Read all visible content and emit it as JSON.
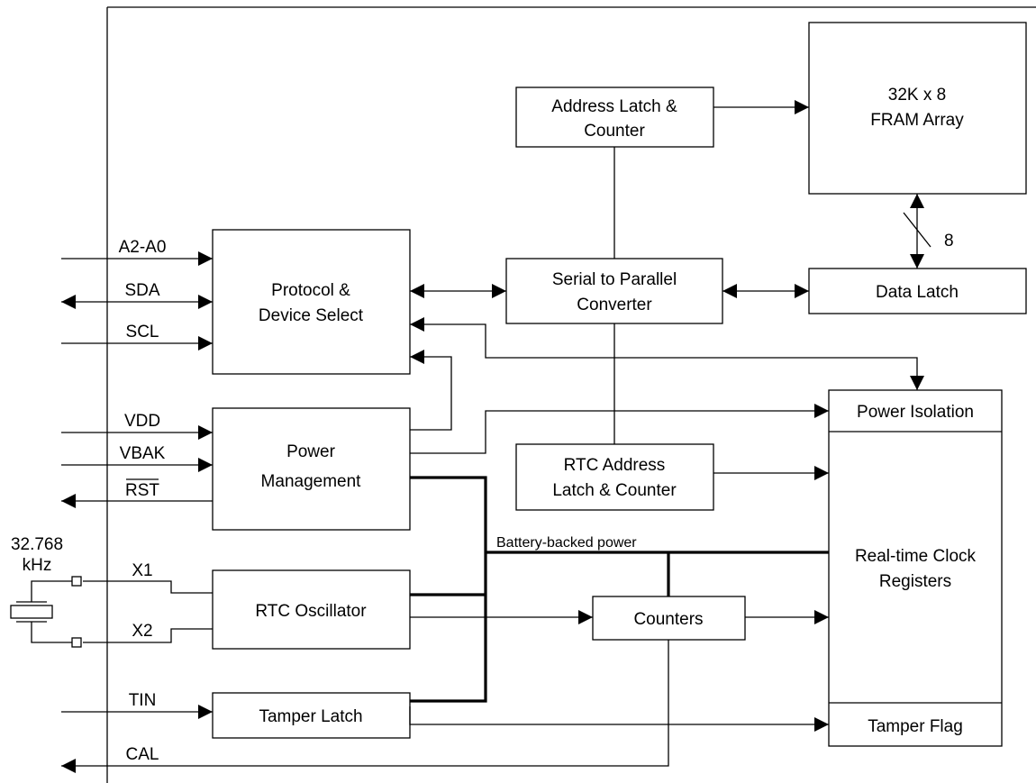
{
  "blocks": {
    "address_latch": [
      "Address Latch &",
      "Counter"
    ],
    "fram_array": [
      "32K x 8",
      "FRAM Array"
    ],
    "protocol": [
      "Protocol &",
      "Device Select"
    ],
    "serial_parallel": [
      "Serial to Parallel",
      "Converter"
    ],
    "data_latch": [
      "Data Latch"
    ],
    "power_isolation": [
      "Power Isolation"
    ],
    "power_management": [
      "Power",
      "Management"
    ],
    "rtc_address_latch": [
      "RTC Address",
      "Latch & Counter"
    ],
    "rtc_registers": [
      "Real-time Clock",
      "Registers"
    ],
    "rtc_oscillator": [
      "RTC Oscillator"
    ],
    "counters": [
      "Counters"
    ],
    "tamper_latch": [
      "Tamper Latch"
    ],
    "tamper_flag": [
      "Tamper Flag"
    ]
  },
  "pins": {
    "a2a0": "A2-A0",
    "sda": "SDA",
    "scl": "SCL",
    "vdd": "VDD",
    "vbak": "VBAK",
    "rst": "RST",
    "x1": "X1",
    "x2": "X2",
    "tin": "TIN",
    "cal": "CAL"
  },
  "labels": {
    "bus_width": "8",
    "battery_backed": "Battery-backed power",
    "crystal": [
      "32.768",
      "kHz"
    ]
  }
}
